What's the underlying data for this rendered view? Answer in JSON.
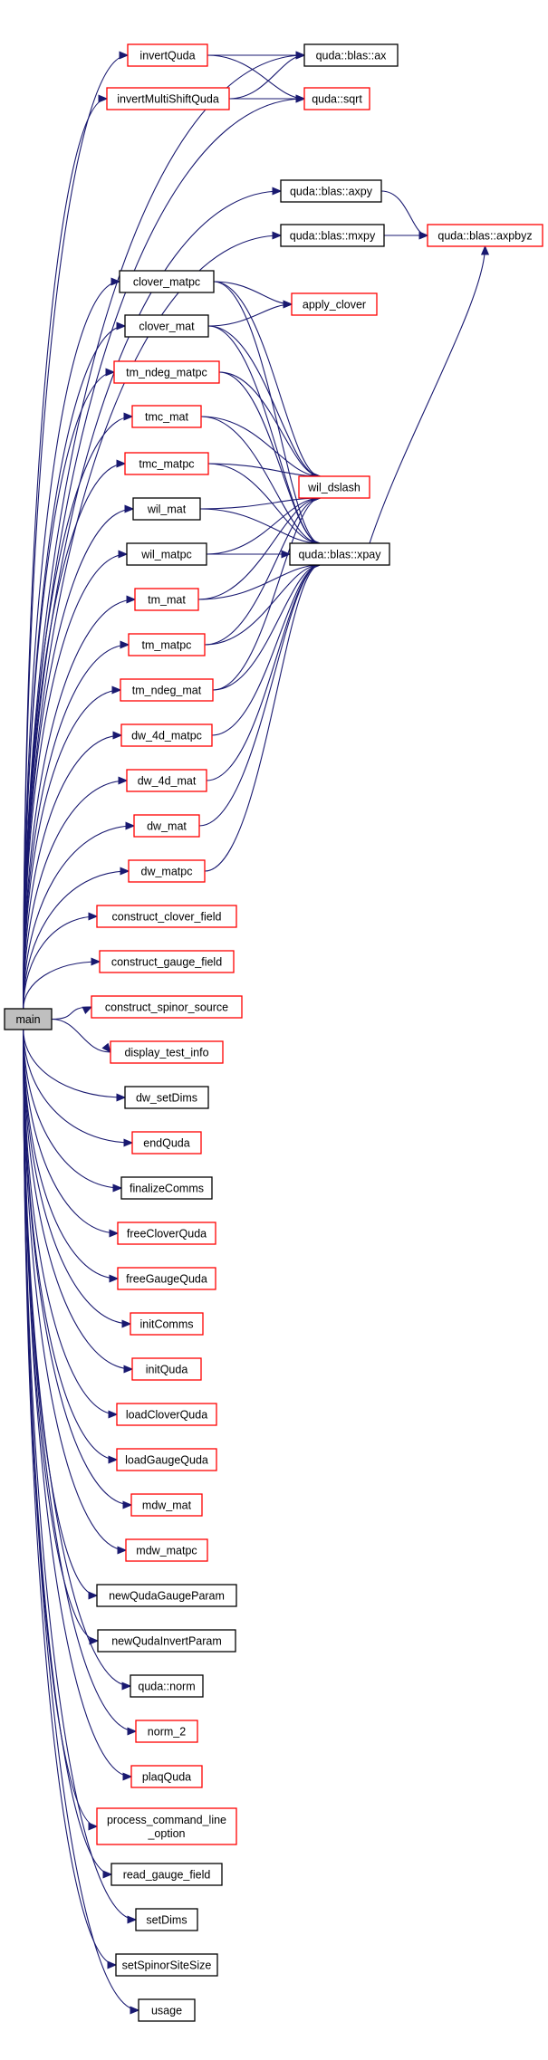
{
  "graph": {
    "root": "main",
    "colors": {
      "edge": "#191970",
      "documented_border": "#ff0000",
      "undocumented_border": "#000000",
      "root_fill": "#bfbfbf"
    },
    "nodes": [
      {
        "id": "main",
        "label": "main",
        "documented": false,
        "root": true
      },
      {
        "id": "invertQuda",
        "label": "invertQuda",
        "documented": true
      },
      {
        "id": "invertMultiShiftQuda",
        "label": "invertMultiShiftQuda",
        "documented": true
      },
      {
        "id": "ax",
        "label": "quda::blas::ax",
        "documented": false
      },
      {
        "id": "sqrt",
        "label": "quda::sqrt",
        "documented": true
      },
      {
        "id": "axpy",
        "label": "quda::blas::axpy",
        "documented": false
      },
      {
        "id": "mxpy",
        "label": "quda::blas::mxpy",
        "documented": false
      },
      {
        "id": "axpbyz",
        "label": "quda::blas::axpbyz",
        "documented": true
      },
      {
        "id": "clover_matpc",
        "label": "clover_matpc",
        "documented": false
      },
      {
        "id": "clover_mat",
        "label": "clover_mat",
        "documented": false
      },
      {
        "id": "apply_clover",
        "label": "apply_clover",
        "documented": true
      },
      {
        "id": "tm_ndeg_matpc",
        "label": "tm_ndeg_matpc",
        "documented": true
      },
      {
        "id": "tmc_mat",
        "label": "tmc_mat",
        "documented": true
      },
      {
        "id": "tmc_matpc",
        "label": "tmc_matpc",
        "documented": true
      },
      {
        "id": "wil_dslash",
        "label": "wil_dslash",
        "documented": true
      },
      {
        "id": "wil_mat",
        "label": "wil_mat",
        "documented": false
      },
      {
        "id": "wil_matpc",
        "label": "wil_matpc",
        "documented": false
      },
      {
        "id": "xpay",
        "label": "quda::blas::xpay",
        "documented": false
      },
      {
        "id": "tm_mat",
        "label": "tm_mat",
        "documented": true
      },
      {
        "id": "tm_matpc",
        "label": "tm_matpc",
        "documented": true
      },
      {
        "id": "tm_ndeg_mat",
        "label": "tm_ndeg_mat",
        "documented": true
      },
      {
        "id": "dw_4d_matpc",
        "label": "dw_4d_matpc",
        "documented": true
      },
      {
        "id": "dw_4d_mat",
        "label": "dw_4d_mat",
        "documented": true
      },
      {
        "id": "dw_mat",
        "label": "dw_mat",
        "documented": true
      },
      {
        "id": "dw_matpc",
        "label": "dw_matpc",
        "documented": true
      },
      {
        "id": "construct_clover_field",
        "label": "construct_clover_field",
        "documented": true
      },
      {
        "id": "construct_gauge_field",
        "label": "construct_gauge_field",
        "documented": true
      },
      {
        "id": "construct_spinor_source",
        "label": "construct_spinor_source",
        "documented": true
      },
      {
        "id": "display_test_info",
        "label": "display_test_info",
        "documented": true
      },
      {
        "id": "dw_setDims",
        "label": "dw_setDims",
        "documented": false
      },
      {
        "id": "endQuda",
        "label": "endQuda",
        "documented": true
      },
      {
        "id": "finalizeComms",
        "label": "finalizeComms",
        "documented": false
      },
      {
        "id": "freeCloverQuda",
        "label": "freeCloverQuda",
        "documented": true
      },
      {
        "id": "freeGaugeQuda",
        "label": "freeGaugeQuda",
        "documented": true
      },
      {
        "id": "initComms",
        "label": "initComms",
        "documented": true
      },
      {
        "id": "initQuda",
        "label": "initQuda",
        "documented": true
      },
      {
        "id": "loadCloverQuda",
        "label": "loadCloverQuda",
        "documented": true
      },
      {
        "id": "loadGaugeQuda",
        "label": "loadGaugeQuda",
        "documented": true
      },
      {
        "id": "mdw_mat",
        "label": "mdw_mat",
        "documented": true
      },
      {
        "id": "mdw_matpc",
        "label": "mdw_matpc",
        "documented": true
      },
      {
        "id": "newQudaGaugeParam",
        "label": "newQudaGaugeParam",
        "documented": false
      },
      {
        "id": "newQudaInvertParam",
        "label": "newQudaInvertParam",
        "documented": false
      },
      {
        "id": "norm",
        "label": "quda::norm",
        "documented": false
      },
      {
        "id": "norm_2",
        "label": "norm_2",
        "documented": true
      },
      {
        "id": "plaqQuda",
        "label": "plaqQuda",
        "documented": true
      },
      {
        "id": "process_command_line_option",
        "label": "process_command_line\n_option",
        "documented": true
      },
      {
        "id": "read_gauge_field",
        "label": "read_gauge_field",
        "documented": false
      },
      {
        "id": "setDims",
        "label": "setDims",
        "documented": false
      },
      {
        "id": "setSpinorSiteSize",
        "label": "setSpinorSiteSize",
        "documented": false
      },
      {
        "id": "usage",
        "label": "usage",
        "documented": false
      }
    ],
    "edges": [
      [
        "main",
        "ax"
      ],
      [
        "main",
        "invertQuda"
      ],
      [
        "main",
        "invertMultiShiftQuda"
      ],
      [
        "main",
        "sqrt"
      ],
      [
        "main",
        "axpy"
      ],
      [
        "main",
        "mxpy"
      ],
      [
        "main",
        "clover_matpc"
      ],
      [
        "main",
        "clover_mat"
      ],
      [
        "main",
        "tm_ndeg_matpc"
      ],
      [
        "main",
        "tmc_mat"
      ],
      [
        "main",
        "tmc_matpc"
      ],
      [
        "main",
        "wil_mat"
      ],
      [
        "main",
        "wil_matpc"
      ],
      [
        "main",
        "tm_mat"
      ],
      [
        "main",
        "tm_matpc"
      ],
      [
        "main",
        "tm_ndeg_mat"
      ],
      [
        "main",
        "dw_4d_matpc"
      ],
      [
        "main",
        "dw_4d_mat"
      ],
      [
        "main",
        "dw_mat"
      ],
      [
        "main",
        "dw_matpc"
      ],
      [
        "main",
        "construct_clover_field"
      ],
      [
        "main",
        "construct_gauge_field"
      ],
      [
        "main",
        "construct_spinor_source"
      ],
      [
        "main",
        "display_test_info"
      ],
      [
        "main",
        "dw_setDims"
      ],
      [
        "main",
        "endQuda"
      ],
      [
        "main",
        "finalizeComms"
      ],
      [
        "main",
        "freeCloverQuda"
      ],
      [
        "main",
        "freeGaugeQuda"
      ],
      [
        "main",
        "initComms"
      ],
      [
        "main",
        "initQuda"
      ],
      [
        "main",
        "loadCloverQuda"
      ],
      [
        "main",
        "loadGaugeQuda"
      ],
      [
        "main",
        "mdw_mat"
      ],
      [
        "main",
        "mdw_matpc"
      ],
      [
        "main",
        "newQudaGaugeParam"
      ],
      [
        "main",
        "newQudaInvertParam"
      ],
      [
        "main",
        "norm"
      ],
      [
        "main",
        "norm_2"
      ],
      [
        "main",
        "plaqQuda"
      ],
      [
        "main",
        "process_command_line_option"
      ],
      [
        "main",
        "read_gauge_field"
      ],
      [
        "main",
        "setDims"
      ],
      [
        "main",
        "setSpinorSiteSize"
      ],
      [
        "main",
        "usage"
      ],
      [
        "invertQuda",
        "ax"
      ],
      [
        "invertQuda",
        "sqrt"
      ],
      [
        "invertMultiShiftQuda",
        "ax"
      ],
      [
        "invertMultiShiftQuda",
        "sqrt"
      ],
      [
        "axpy",
        "axpbyz"
      ],
      [
        "mxpy",
        "axpbyz"
      ],
      [
        "clover_matpc",
        "apply_clover"
      ],
      [
        "clover_matpc",
        "wil_dslash"
      ],
      [
        "clover_matpc",
        "xpay"
      ],
      [
        "clover_mat",
        "apply_clover"
      ],
      [
        "clover_mat",
        "wil_dslash"
      ],
      [
        "clover_mat",
        "xpay"
      ],
      [
        "tm_ndeg_matpc",
        "wil_dslash"
      ],
      [
        "tm_ndeg_matpc",
        "xpay"
      ],
      [
        "tmc_mat",
        "wil_dslash"
      ],
      [
        "tmc_mat",
        "xpay"
      ],
      [
        "tmc_matpc",
        "wil_dslash"
      ],
      [
        "tmc_matpc",
        "xpay"
      ],
      [
        "wil_mat",
        "wil_dslash"
      ],
      [
        "wil_mat",
        "xpay"
      ],
      [
        "wil_matpc",
        "wil_dslash"
      ],
      [
        "wil_matpc",
        "xpay"
      ],
      [
        "tm_mat",
        "wil_dslash"
      ],
      [
        "tm_mat",
        "xpay"
      ],
      [
        "tm_matpc",
        "wil_dslash"
      ],
      [
        "tm_matpc",
        "xpay"
      ],
      [
        "tm_ndeg_mat",
        "wil_dslash"
      ],
      [
        "tm_ndeg_mat",
        "xpay"
      ],
      [
        "dw_4d_matpc",
        "xpay"
      ],
      [
        "dw_4d_mat",
        "xpay"
      ],
      [
        "dw_mat",
        "xpay"
      ],
      [
        "dw_matpc",
        "xpay"
      ],
      [
        "xpay",
        "axpbyz"
      ]
    ]
  }
}
